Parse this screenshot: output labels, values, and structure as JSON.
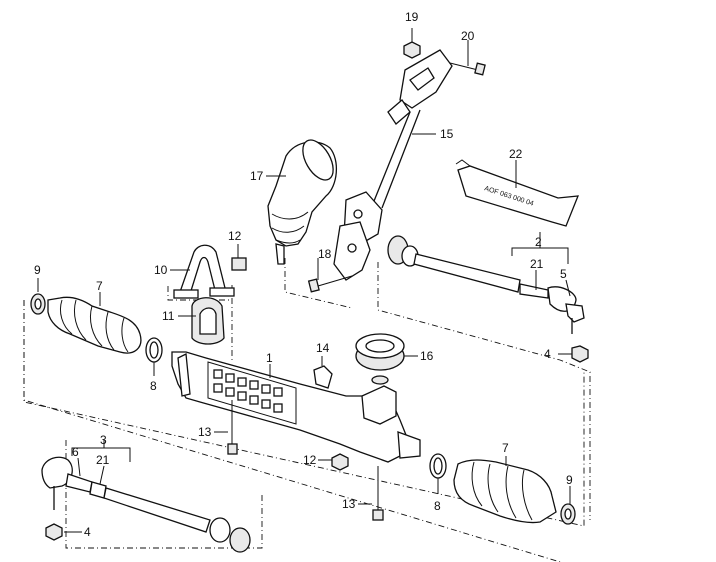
{
  "labels": {
    "p1": "1",
    "p2": "2",
    "p3": "3",
    "p4a": "4",
    "p4b": "4",
    "p5": "5",
    "p6": "6",
    "p7a": "7",
    "p7b": "7",
    "p8a": "8",
    "p8b": "8",
    "p9a": "9",
    "p9b": "9",
    "p10": "10",
    "p11": "11",
    "p12a": "12",
    "p12b": "12",
    "p13a": "13",
    "p13b": "13",
    "p15": "15",
    "p16": "16",
    "p17": "17",
    "p18": "18",
    "p19": "19",
    "p20": "20",
    "p21a": "21",
    "p21b": "21",
    "p22": "22",
    "p14": "14"
  },
  "tube_text": "AOF 063 000 04"
}
